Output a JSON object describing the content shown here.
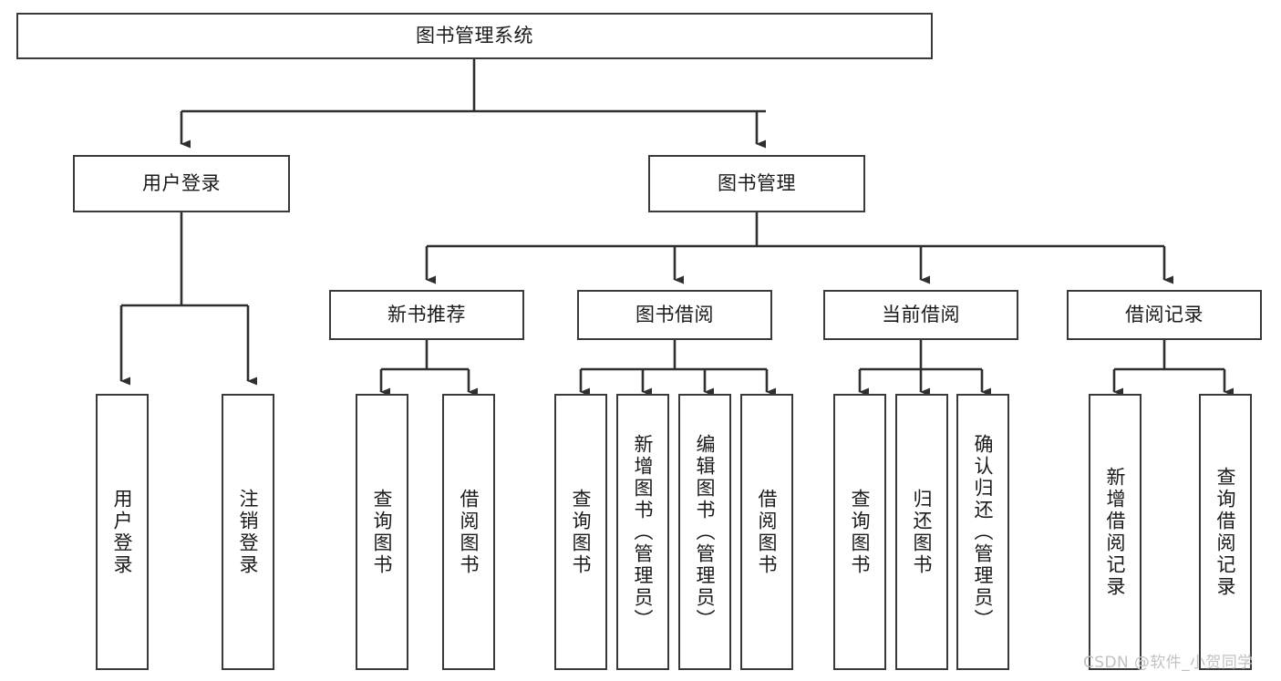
{
  "diagram": {
    "title": "图书管理系统",
    "type": "tree-hierarchy",
    "root": {
      "label": "图书管理系统"
    },
    "level1": [
      {
        "label": "用户登录"
      },
      {
        "label": "图书管理"
      }
    ],
    "level2": [
      {
        "label": "新书推荐"
      },
      {
        "label": "图书借阅"
      },
      {
        "label": "当前借阅"
      },
      {
        "label": "借阅记录"
      }
    ],
    "leaves": {
      "user_login": [
        {
          "label": "用户登录"
        },
        {
          "label": "注销登录"
        }
      ],
      "new_book_recommend": [
        {
          "label": "查询图书"
        },
        {
          "label": "借阅图书"
        }
      ],
      "book_borrow": [
        {
          "label": "查询图书"
        },
        {
          "label": "新增图书（管理员）"
        },
        {
          "label": "编辑图书（管理员）"
        },
        {
          "label": "借阅图书"
        }
      ],
      "current_borrow": [
        {
          "label": "查询图书"
        },
        {
          "label": "归还图书"
        },
        {
          "label": "确认归还（管理员）"
        }
      ],
      "borrow_record": [
        {
          "label": "新增借阅记录"
        },
        {
          "label": "查询借阅记录"
        }
      ]
    }
  },
  "watermark": {
    "text": "CSDN @软件_小贺同学"
  },
  "colors": {
    "stroke": "#3a3a3c",
    "background": "#ffffff",
    "text": "#1a1a1a",
    "watermark": "#c2c2c2"
  }
}
